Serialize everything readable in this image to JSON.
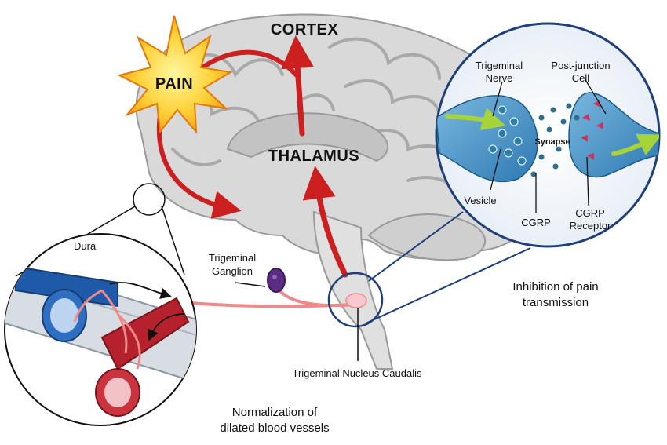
{
  "labels": {
    "cortex": "CORTEX",
    "thalamus": "THALAMUS",
    "pain": "PAIN",
    "trigeminal_ganglion_line1": "Trigeminal",
    "trigeminal_ganglion_line2": "Ganglion",
    "trigeminal_nucleus": "Trigeminal Nucleus Caudalis",
    "dura": "Dura",
    "normalization_line1": "Normalization of",
    "normalization_line2": "dilated blood vessels",
    "inhibition_line1": "Inhibition of pain",
    "inhibition_line2": "transmission"
  },
  "synapse_inset": {
    "trigeminal_nerve_line1": "Trigeminal",
    "trigeminal_nerve_line2": "Nerve",
    "post_junction_line1": "Post-junction",
    "post_junction_line2": "Cell",
    "synapse": "Synapse",
    "vesicle": "Vesicle",
    "cgrp": "CGRP",
    "cgrp_receptor_line1": "CGRP",
    "cgrp_receptor_line2": "Receptor"
  },
  "colors": {
    "pathway_red": "#cc1f1f",
    "brain_fill": "#d9d9d9",
    "inset_border": "#1f3f7a",
    "artery": "#b5222d",
    "vein": "#1e5aa8",
    "nerve_pink": "#f08a8a",
    "ganglion": "#5a2d82",
    "arrow_green": "#a6d23a"
  }
}
